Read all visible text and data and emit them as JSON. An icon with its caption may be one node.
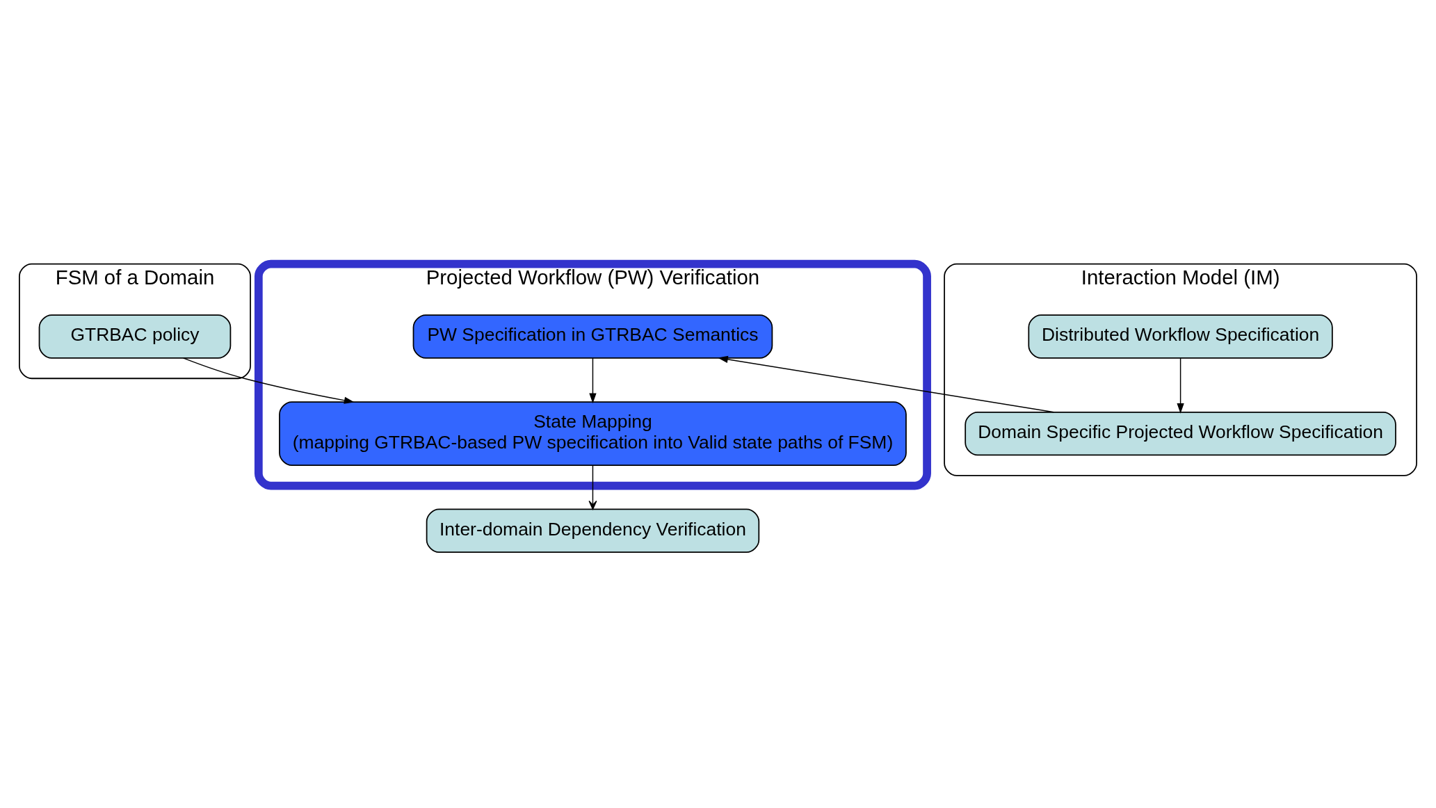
{
  "diagram": {
    "nodes": [
      {
        "text": [
          "FSM of a Domain"
        ]
      },
      {
        "text": [
          "GTRBAC policy"
        ],
        "in": 0
      },
      {
        "text": [
          "Projected Workflow (PW) Verification"
        ]
      },
      {
        "text": [
          "PW Specification in GTRBAC Semantics"
        ],
        "in": 2
      },
      {
        "text": [
          "State Mapping",
          "(mapping GTRBAC-based PW specification into Valid state paths of FSM)"
        ],
        "in": 2
      },
      {
        "text": [
          "Interaction Model (IM)"
        ]
      },
      {
        "text": [
          "Distributed Workflow Specification"
        ],
        "in": 5
      },
      {
        "text": [
          "Domain Specific Projected Workflow Specification"
        ],
        "in": 5
      },
      {
        "text": [
          "Inter-domain Dependency Verification"
        ]
      }
    ],
    "edges": [
      {
        "from": 1,
        "to": 4,
        "arrow": "to"
      },
      {
        "from": 7,
        "to": 3,
        "arrow": "to"
      },
      {
        "from": 6,
        "to": 7,
        "arrow": "to"
      },
      {
        "from": 3,
        "to": 4,
        "arrow": "to"
      },
      {
        "from": 4,
        "to": 8,
        "arrow": "to"
      }
    ]
  }
}
